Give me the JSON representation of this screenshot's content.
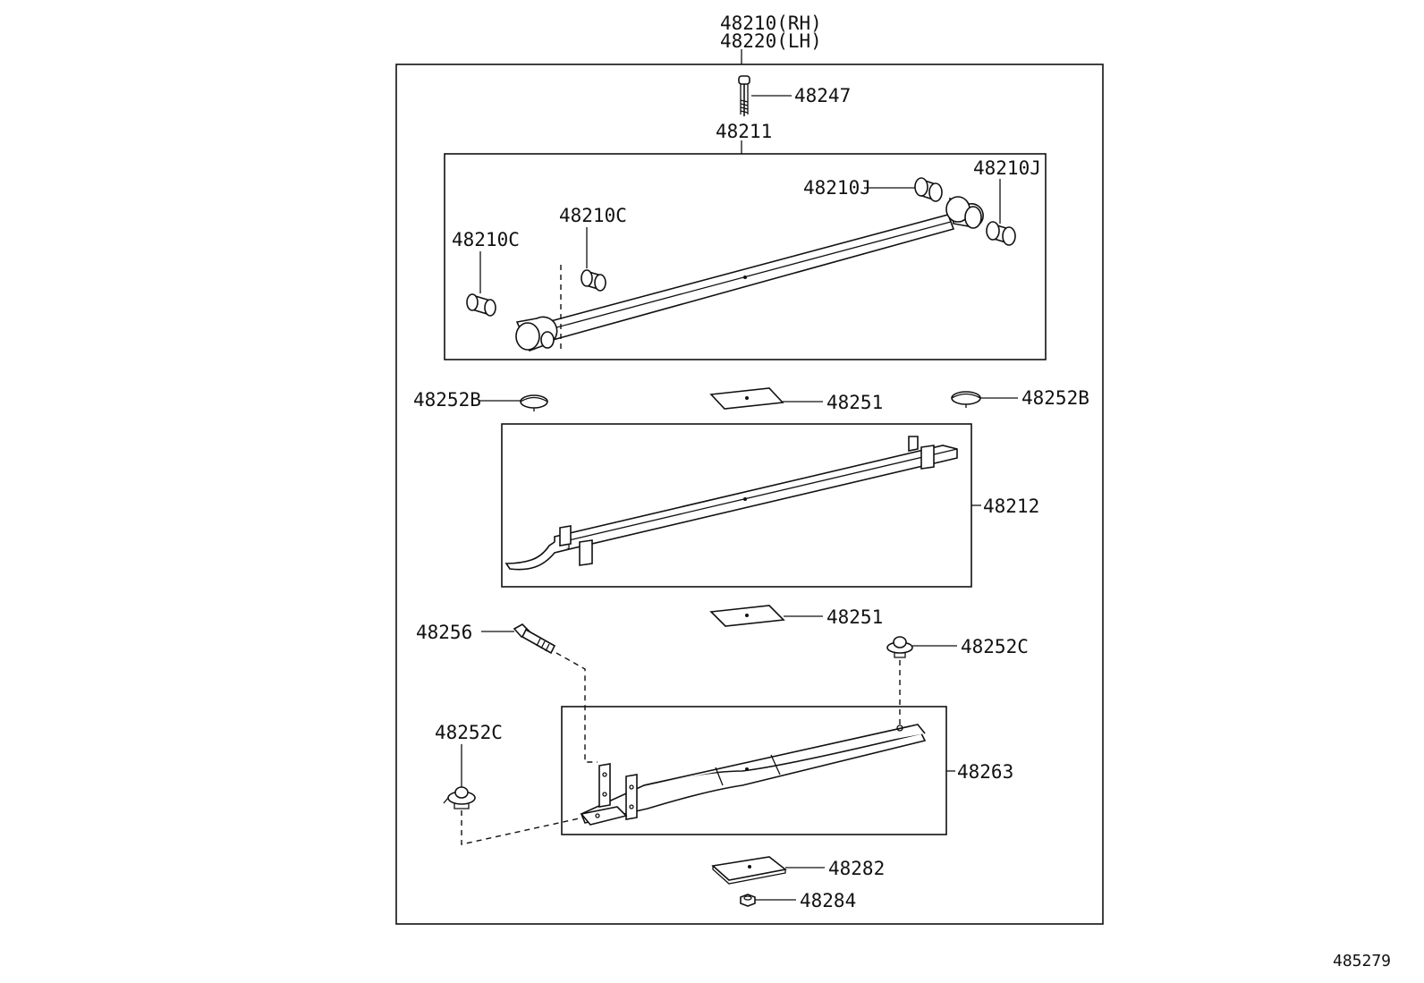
{
  "diagram_id": "485279",
  "assembly": {
    "rh": "48210(RH)",
    "lh": "48220(LH)"
  },
  "parts": {
    "bolt_top": "48247",
    "main_leaf": "48211",
    "bushing_c_left": "48210C",
    "bushing_c_inner": "48210C",
    "bushing_j_upper": "48210J",
    "bushing_j_right": "48210J",
    "silencer_b_left": "48252B",
    "silencer_b_right": "48252B",
    "insert_upper": "48251",
    "second_leaf": "48212",
    "insert_lower": "48251",
    "clip_bolt": "48256",
    "silencer_c_right": "48252C",
    "silencer_c_left": "48252C",
    "third_leaf": "48263",
    "seat_plate": "48282",
    "nut": "48284"
  }
}
